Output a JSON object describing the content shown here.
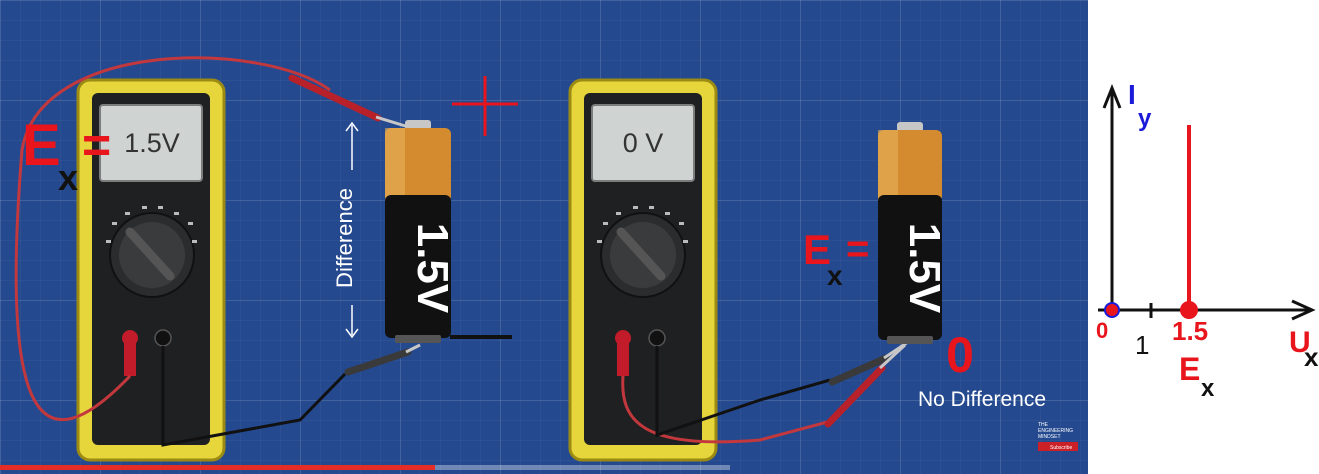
{
  "left_meter": {
    "display": "1.5V",
    "annotation": {
      "symbol": "E",
      "subscript": "x",
      "sign": "="
    }
  },
  "left_battery": {
    "label": "1.5V",
    "plus_sign": "+",
    "difference_label": "Difference"
  },
  "right_meter": {
    "display": "0 V"
  },
  "right_battery": {
    "label": "1.5V",
    "annotation": {
      "symbol": "E",
      "subscript": "x",
      "sign": "="
    }
  },
  "zero_label": "0",
  "no_difference_label": "No Difference",
  "video_progress": 0.4,
  "channel": {
    "line1": "THE",
    "line2": "ENGINEERING",
    "line3": "MINDSET",
    "subscribe": "Subscribe"
  },
  "graph": {
    "y_axis": {
      "symbol": "I",
      "subscript": "y"
    },
    "x_axis": {
      "symbol": "U",
      "subscript": "x"
    },
    "origin_label": "0",
    "tick_one": "1",
    "point_label": "1.5",
    "point_annotation": {
      "symbol": "E",
      "subscript": "x"
    }
  },
  "colors": {
    "annotation_red": "#e8151c",
    "blueprint": "#24498f",
    "meter_yellow": "#e8d63a",
    "axis_blue": "#1a1ad8"
  }
}
